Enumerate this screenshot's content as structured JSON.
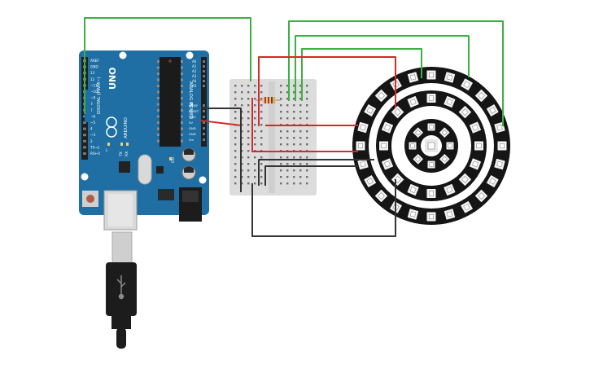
{
  "arduino": {
    "logo": "UNO",
    "brand": "ARDUINO",
    "digital_label": "DIGITAL (PWM~)",
    "power_label": "POWER",
    "analog_label": "ANALOG IN",
    "tx_label": "TX",
    "rx_label": "RX",
    "l_label": "L",
    "on_label": "ON",
    "digital_pins": [
      "AREF",
      "GND",
      "13",
      "12",
      "~11",
      "~10",
      "~9",
      "8",
      "7",
      "~6",
      "~5",
      "4",
      "~3",
      "2",
      "TX→1",
      "RX←0"
    ],
    "power_pins": [
      "IOREF",
      "RESET",
      "3.3V",
      "5V",
      "GND",
      "GND",
      "Vin"
    ],
    "analog_pins": [
      "A0",
      "A1",
      "A2",
      "A3",
      "A4",
      "A5"
    ]
  },
  "rings": {
    "outer_count": 24,
    "middle_count": 16,
    "inner_count": 8
  },
  "colors": {
    "board": "#1f6fa4",
    "wire_green": "#3cb043",
    "wire_red": "#d42a2a",
    "wire_black": "#333333",
    "ring_pcb": "#151515",
    "breadboard": "#dcdcdc"
  }
}
